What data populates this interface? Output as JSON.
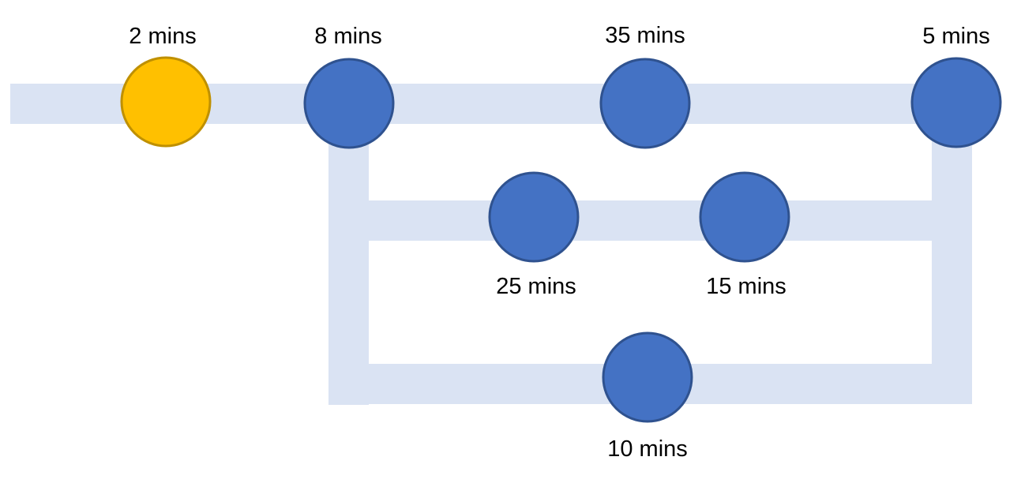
{
  "colors": {
    "track": "#dae3f3",
    "node_fill": "#4472c4",
    "node_stroke": "#2f528f",
    "start_fill": "#ffc000",
    "start_stroke": "#bf9000"
  },
  "nodes": {
    "start": {
      "label": "2 mins"
    },
    "split": {
      "label": "8 mins"
    },
    "top_path": {
      "label": "35 mins"
    },
    "merge": {
      "label": "5 mins"
    },
    "middle_path_a": {
      "label": "25 mins"
    },
    "middle_path_b": {
      "label": "15 mins"
    },
    "bottom_path": {
      "label": "10 mins"
    }
  }
}
